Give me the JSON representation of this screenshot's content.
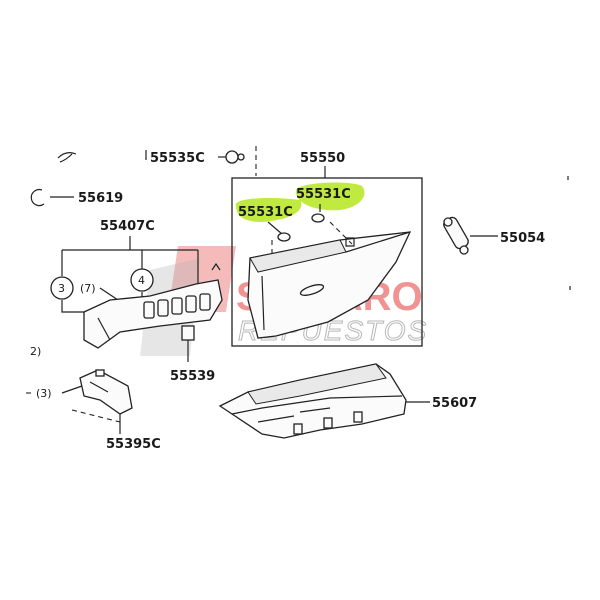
{
  "callouts": {
    "p55535c": "55535C",
    "p55550": "55550",
    "p55619": "55619",
    "p55531c_a": "55531C",
    "p55531c_b": "55531C",
    "p55407c": "55407C",
    "p55054": "55054",
    "p55539": "55539",
    "p55607": "55607",
    "p55395c": "55395C"
  },
  "markers": {
    "circle3": "3",
    "circle4": "4",
    "note7": "(7)",
    "note2": "2)",
    "note3": "(3)"
  },
  "watermark": {
    "brand": "SPATARO",
    "sub": "REPUESTOS"
  },
  "colors": {
    "highlight": "#b5e61d",
    "watermark_red": "#e23b3b",
    "line": "#222222"
  }
}
